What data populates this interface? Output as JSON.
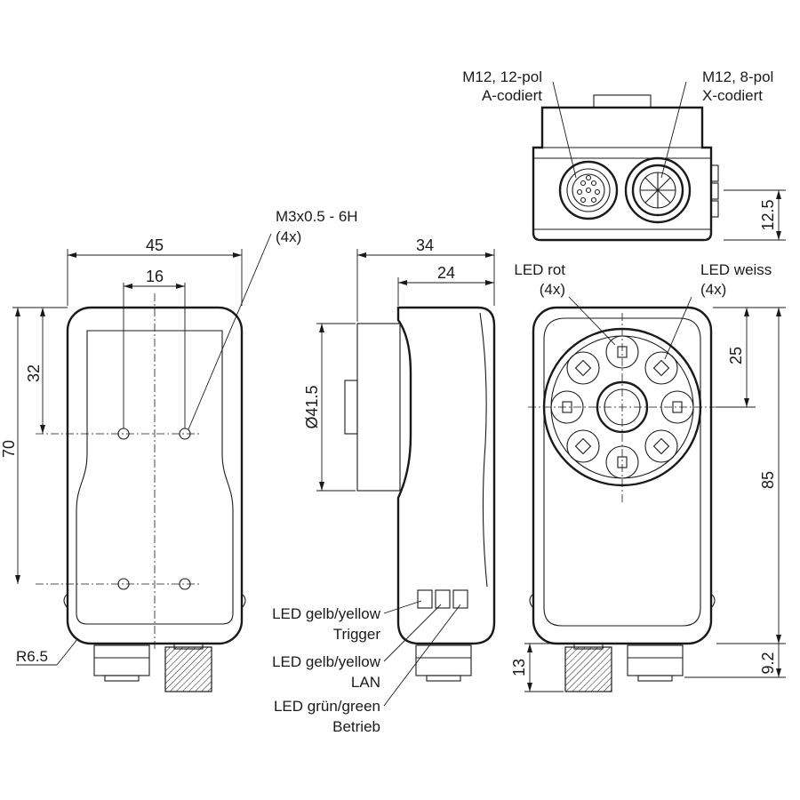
{
  "drawing": {
    "title": "",
    "rear_view": {
      "dim_width": "45",
      "dim_hole_spacing_x": "16",
      "dim_height": "70",
      "dim_hole_spacing_y": "32",
      "thread_label_line1": "M3x0.5 - 6H",
      "thread_label_line2": "(4x)",
      "radius_label": "R6.5"
    },
    "side_view": {
      "dim_depth_total": "34",
      "dim_depth_body": "24",
      "dim_lens_diameter": "Ø41.5",
      "led_labels": [
        {
          "line1": "LED gelb/yellow",
          "line2": "Trigger"
        },
        {
          "line1": "LED gelb/yellow",
          "line2": "LAN"
        },
        {
          "line1": "LED grün/green",
          "line2": "Betrieb"
        }
      ]
    },
    "bottom_view": {
      "connector_left_line1": "M12, 12-pol",
      "connector_left_line2": "A-codiert",
      "connector_right_line1": "M12, 8-pol",
      "connector_right_line2": "X-codiert",
      "dim_connector_height": "12.5"
    },
    "front_view": {
      "led_red_line1": "LED rot",
      "led_red_line2": "(4x)",
      "led_white_line1": "LED weiss",
      "led_white_line2": "(4x)",
      "dim_lens_center": "25",
      "dim_total_height": "85",
      "dim_connector_length": "13",
      "dim_connector_offset": "9.2"
    }
  }
}
